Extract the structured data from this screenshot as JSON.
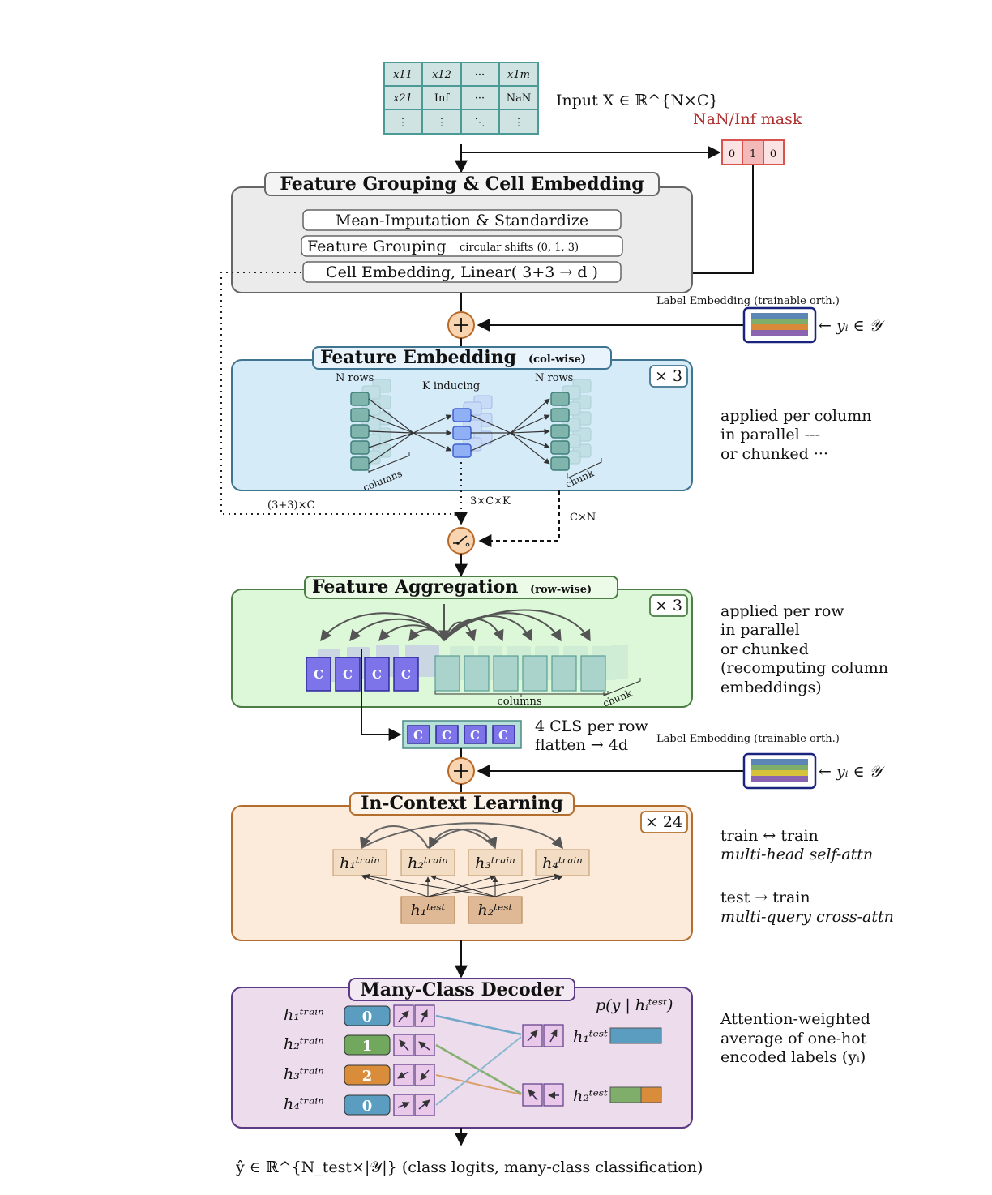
{
  "input": {
    "cells": [
      [
        "x11",
        "x12",
        "···",
        "x1m"
      ],
      [
        "x21",
        "Inf",
        "···",
        "NaN"
      ],
      [
        "⋮",
        "⋮",
        "⋱",
        "⋮"
      ]
    ],
    "label": "Input X ∈ ℝ^{N×C}",
    "mask_title": "NaN/Inf mask",
    "mask_values": [
      "0",
      "1",
      "0"
    ]
  },
  "grouping": {
    "title": "Feature Grouping & Cell Embedding",
    "step1": "Mean-Imputation & Standardize",
    "step2": "Feature Grouping",
    "step2_note": "circular shifts (0, 1, 3)",
    "step3": "Cell Embedding, Linear( 3+3 → d )"
  },
  "label_embedding": {
    "title": "Label Embedding (trainable orth.)",
    "y_label": "← yᵢ ∈ 𝒴",
    "colors_top": [
      "#5b86b5",
      "#7fae6a",
      "#d9893a",
      "#8a64b0"
    ],
    "colors_bottom": [
      "#5b86b5",
      "#7fae6a",
      "#d7c23c",
      "#8a64b0"
    ]
  },
  "feature_embedding": {
    "title": "Feature Embedding",
    "title_note": "(col-wise)",
    "repeat": "× 3",
    "n_rows_left": "N rows",
    "k_inducing": "K inducing",
    "n_rows_right": "N rows",
    "columns": "columns",
    "chunk": "chunk",
    "side_1": "applied per column",
    "side_2": "in parallel ---",
    "side_3": "or chunked ···"
  },
  "dims": {
    "d1": "(3+3)×C",
    "d2": "3×C×K",
    "d3": "C×N"
  },
  "feature_aggregation": {
    "title": "Feature Aggregation",
    "title_note": "(row-wise)",
    "repeat": "× 3",
    "cls": [
      "C",
      "C",
      "C",
      "C"
    ],
    "columns": "columns",
    "chunk": "chunk",
    "side_1": "applied per row",
    "side_2": "in parallel",
    "side_3": "or chunked",
    "side_4": "(recomputing column",
    "side_5": "embeddings)"
  },
  "cls_row": {
    "cls": [
      "C",
      "C",
      "C",
      "C"
    ],
    "line1": "4 CLS per row",
    "line2": "flatten → 4d"
  },
  "icl": {
    "title": "In-Context Learning",
    "repeat": "× 24",
    "train": [
      "h₁ᵗʳᵃⁱⁿ",
      "h₂ᵗʳᵃⁱⁿ",
      "h₃ᵗʳᵃⁱⁿ",
      "h₄ᵗʳᵃⁱⁿ"
    ],
    "test": [
      "h₁ᵗᵉˢᵗ",
      "h₂ᵗᵉˢᵗ"
    ],
    "side_1": "train ↔ train",
    "side_2": "multi-head self-attn",
    "side_3": "test → train",
    "side_4": "multi-query cross-attn"
  },
  "decoder": {
    "title": "Many-Class Decoder",
    "prob": "p(y | hᵢᵗᵉˢᵗ)",
    "train": [
      "h₁ᵗʳᵃⁱⁿ",
      "h₂ᵗʳᵃⁱⁿ",
      "h₃ᵗʳᵃⁱⁿ",
      "h₄ᵗʳᵃⁱⁿ"
    ],
    "labels": [
      "0",
      "1",
      "2",
      "0"
    ],
    "label_colors": [
      "#5b9dc0",
      "#72a85e",
      "#d98d3a",
      "#5b9dc0"
    ],
    "test": [
      "h₁ᵗᵉˢᵗ",
      "h₂ᵗᵉˢᵗ"
    ],
    "side_1": "Attention-weighted",
    "side_2": "average of one-hot",
    "side_3": "encoded labels (yᵢ)"
  },
  "output": {
    "label": "ŷ ∈ ℝ^{N_test×|𝒴|}  (class logits, many-class classification)"
  }
}
